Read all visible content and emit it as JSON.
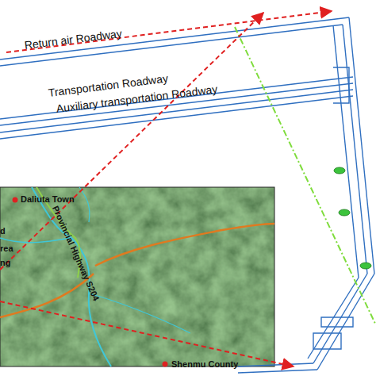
{
  "diagram": {
    "labels": [
      "Return air Roadway",
      "Transportation Roadway",
      "Auxiliary transportation Roadway",
      "Daliuta Town",
      "Provincial Highway S204",
      "Shenmu County",
      "d",
      "rea",
      "ng"
    ]
  }
}
